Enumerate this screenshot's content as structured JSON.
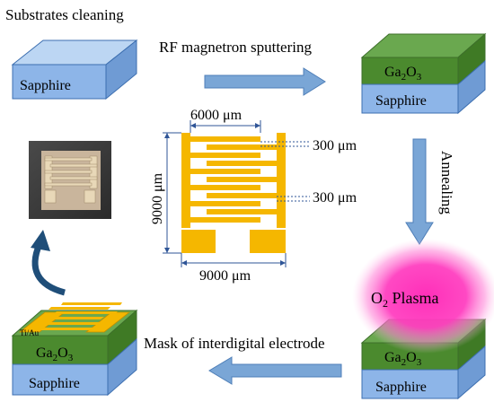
{
  "steps": {
    "cleaning": "Substrates cleaning",
    "sputtering": "RF magnetron sputtering",
    "annealing": "Annealing",
    "plasma": "Plasma",
    "plasma_gas": "O",
    "plasma_gas_sub": "2",
    "mask": "Mask of interdigital electrode"
  },
  "layers": {
    "substrate": "Sapphire",
    "film": "Ga",
    "film_sub1": "2",
    "film_mid": "O",
    "film_sub2": "3",
    "contact": "Ti/Au"
  },
  "mask_dims": {
    "finger_width": "6000 μm",
    "gap_1": "300 μm",
    "gap_2": "300 μm",
    "height": "9000 μm",
    "width": "9000 μm"
  },
  "colors": {
    "sapphire_front": "#8db5e8",
    "sapphire_top": "#bcd6f3",
    "film_front": "#4b8a2e",
    "film_top": "#6aa84f",
    "electrode": "#f5b700",
    "arrow": "#7aa6d6",
    "curved_arrow": "#1f4e79",
    "plasma": "#ff2fb9"
  }
}
